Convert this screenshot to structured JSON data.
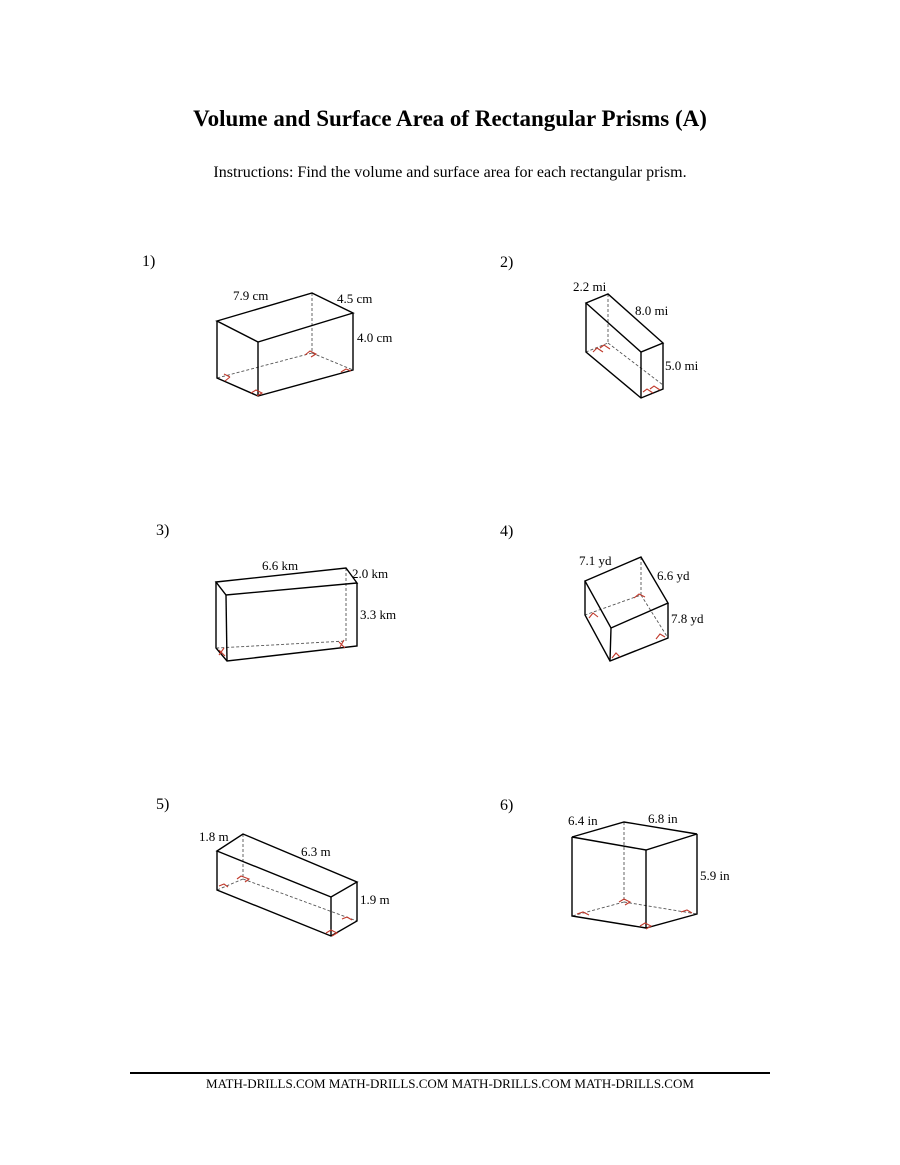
{
  "header": {
    "title": "Volume and Surface Area of Rectangular Prisms (A)",
    "instructions": "Instructions: Find the volume and surface area for each rectangular prism."
  },
  "problems": [
    {
      "number": "1)",
      "length": "7.9 cm",
      "width": "4.5 cm",
      "height": "4.0 cm"
    },
    {
      "number": "2)",
      "width": "2.2 mi",
      "length": "8.0 mi",
      "height": "5.0 mi"
    },
    {
      "number": "3)",
      "length": "6.6 km",
      "width": "2.0 km",
      "height": "3.3 km"
    },
    {
      "number": "4)",
      "length": "7.1 yd",
      "width": "6.6 yd",
      "height": "7.8 yd"
    },
    {
      "number": "5)",
      "width": "1.8 m",
      "length": "6.3 m",
      "height": "1.9 m"
    },
    {
      "number": "6)",
      "width": "6.4 in",
      "length": "6.8 in",
      "height": "5.9 in"
    }
  ],
  "footer": {
    "text": "MATH-DRILLS.COM MATH-DRILLS.COM MATH-DRILLS.COM MATH-DRILLS.COM"
  },
  "colors": {
    "right_angle_marker": "#c0392b",
    "text": "#000000"
  }
}
